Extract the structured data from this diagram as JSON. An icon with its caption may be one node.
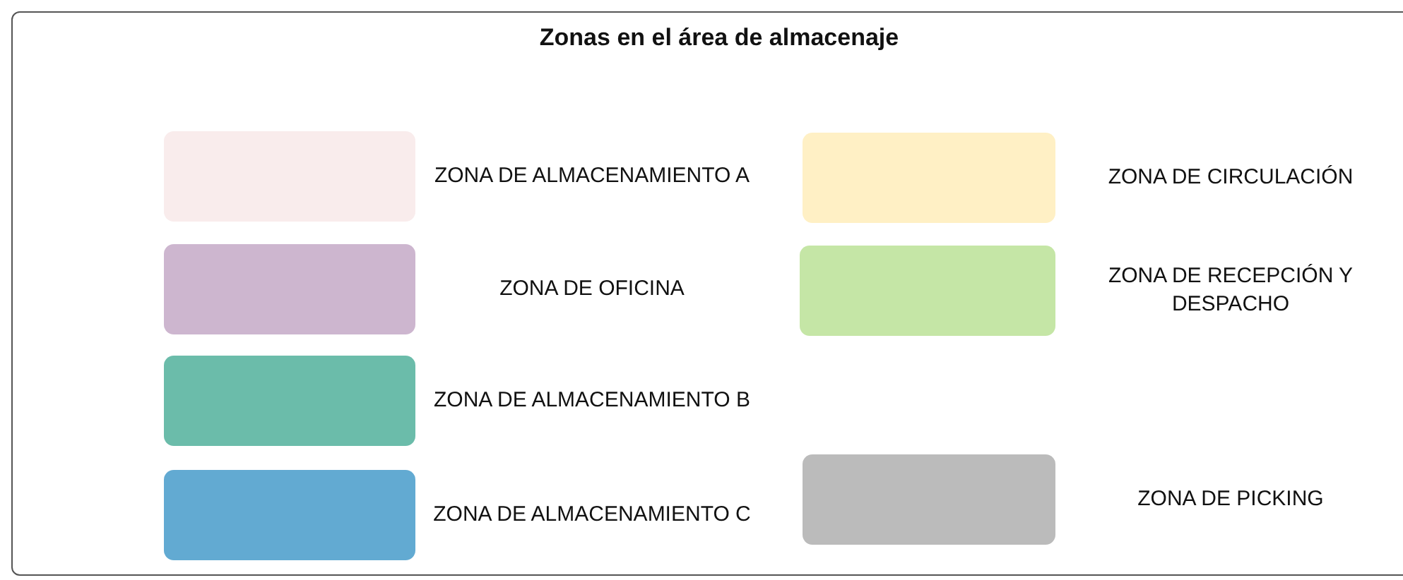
{
  "diagram": {
    "title": "Zonas en el área de almacenaje",
    "legend": [
      {
        "text": "ZONA DE ALMACENAMIENTO A",
        "color": "#f9ecec"
      },
      {
        "text": "ZONA DE CIRCULACIÓN",
        "color": "#fff0c5"
      },
      {
        "text": "ZONA DE OFICINA",
        "color": "#cdb6cf"
      },
      {
        "text": "ZONA DE RECEPCIÓN Y DESPACHO",
        "color": "#c5e6a6"
      },
      {
        "text": "ZONA DE ALMACENAMIENTO B",
        "color": "#6bbcaa"
      },
      {
        "text": "ZONA DE ALMACENAMIENTO C",
        "color": "#62aad2"
      },
      {
        "text": "ZONA DE PICKING",
        "color": "#bbbbbb"
      }
    ]
  }
}
